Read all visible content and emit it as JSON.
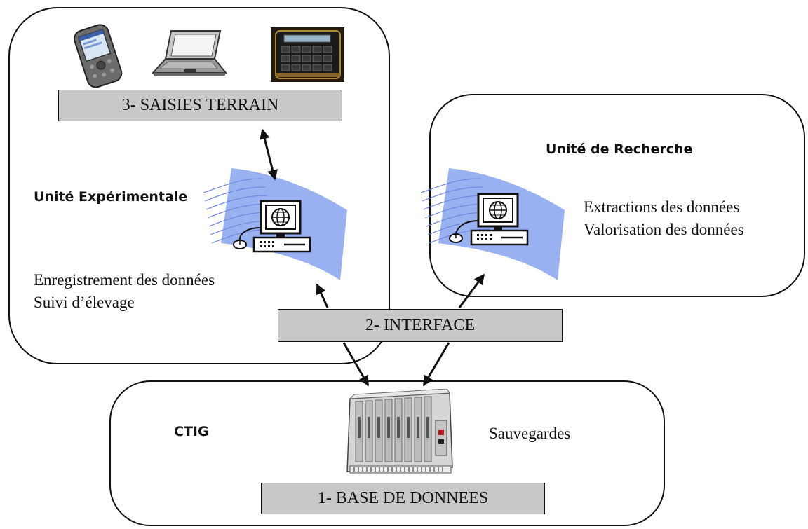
{
  "units": {
    "experimentale": {
      "title": "Unité Expérimentale",
      "lines": [
        "Enregistrement des données",
        "Suivi d’élevage"
      ]
    },
    "recherche": {
      "title": "Unité de Recherche",
      "lines": [
        "Extractions des données",
        "Valorisation des données"
      ]
    },
    "ctig": {
      "title": "CTIG",
      "lines": [
        "Sauvegardes"
      ]
    }
  },
  "components": {
    "saisies": "3- SAISIES TERRAIN",
    "interface": "2- INTERFACE",
    "base": "1- BASE DE DONNEES"
  },
  "icons": [
    "pda-icon",
    "laptop-icon",
    "field-keypad-icon",
    "computer-icon",
    "computer-icon",
    "server-rack-icon"
  ],
  "colors": {
    "label_fill": "#c8c8c8",
    "wave_blue": "#8fa8f0",
    "stroke": "#111111"
  }
}
